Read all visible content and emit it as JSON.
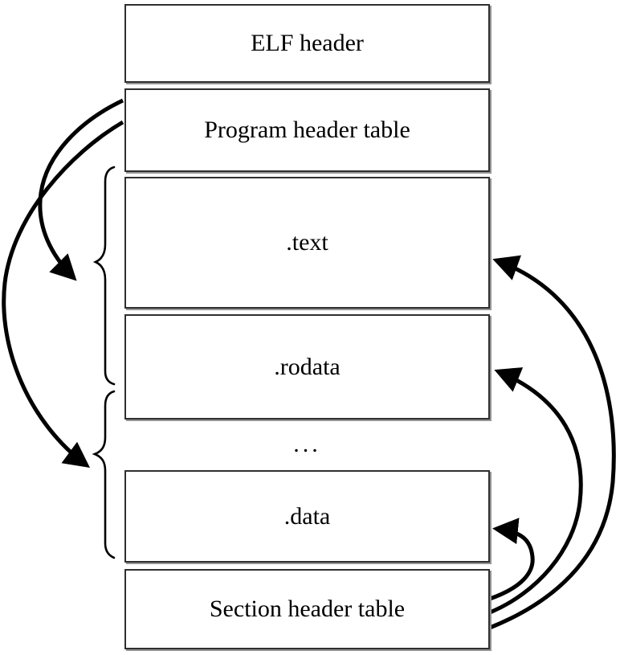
{
  "diagram": {
    "boxes": [
      {
        "label": "ELF header"
      },
      {
        "label": "Program header table"
      },
      {
        "label": ".text"
      },
      {
        "label": ".rodata"
      },
      {
        "label": ".data"
      },
      {
        "label": "Section header table"
      }
    ],
    "ellipsis": "...",
    "connectors": {
      "left_arrows": [
        {
          "from": "Program header table",
          "to": "brace over .text and .rodata"
        },
        {
          "from": "Program header table",
          "to": "brace over ... and .data"
        }
      ],
      "right_arrows": [
        {
          "from": "Section header table",
          "to": ".text"
        },
        {
          "from": "Section header table",
          "to": ".rodata"
        },
        {
          "from": "Section header table",
          "to": ".data"
        }
      ],
      "braces": [
        {
          "spans": [
            ".text",
            ".rodata"
          ]
        },
        {
          "spans": [
            "...",
            ".data"
          ]
        }
      ]
    },
    "colors": {
      "background": "#ffffff",
      "line": "#000000",
      "box_border": "#2f2f2f",
      "box_shadow": "#949494",
      "text": "#000000"
    }
  }
}
